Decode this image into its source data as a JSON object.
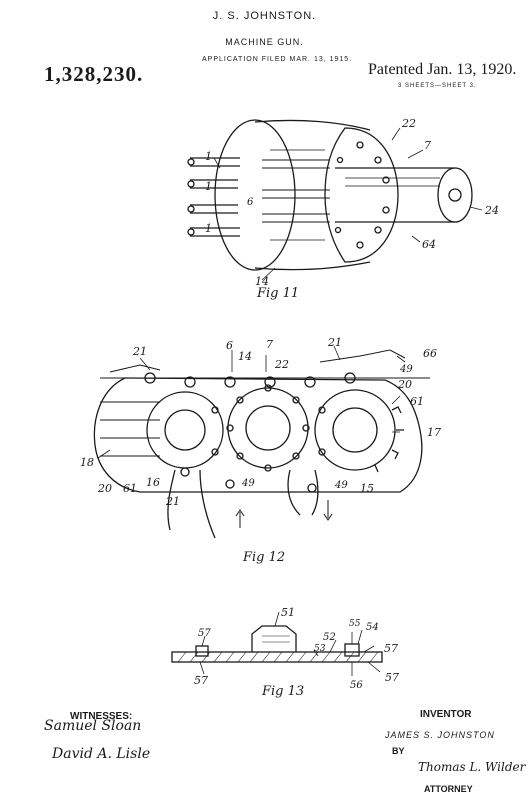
{
  "header": {
    "inventor_name": "J. S. JOHNSTON.",
    "title": "MACHINE GUN.",
    "application_filed": "APPLICATION FILED MAR. 13, 1915.",
    "patent_number": "1,328,230.",
    "patented": "Patented Jan. 13, 1920.",
    "sheets": "3 SHEETS—SHEET 3."
  },
  "figures": [
    {
      "label": "Fig 11",
      "reference_numerals": [
        "22",
        "7",
        "1",
        "6",
        "24",
        "1",
        "64",
        "14",
        "1"
      ]
    },
    {
      "label": "Fig 12",
      "reference_numerals": [
        "21",
        "6",
        "14",
        "7",
        "22",
        "21",
        "66",
        "49",
        "20",
        "61",
        "17",
        "18",
        "20",
        "61",
        "16",
        "49",
        "49",
        "15",
        "21"
      ]
    },
    {
      "label": "Fig 13",
      "reference_numerals": [
        "51",
        "57",
        "52",
        "55",
        "54",
        "57",
        "53",
        "57",
        "56",
        "57"
      ]
    }
  ],
  "footer": {
    "witnesses_label": "WITNESSES:",
    "witness_1": "Samuel Sloan",
    "witness_2": "David A. Lisle",
    "inventor_label": "INVENTOR",
    "inventor_name": "JAMES S. JOHNSTON",
    "by_label": "BY",
    "attorney_signature": "Thomas L. Wilder",
    "attorney_label": "ATTORNEY"
  },
  "colors": {
    "ink": "#1a1a1a",
    "paper": "#ffffff"
  }
}
